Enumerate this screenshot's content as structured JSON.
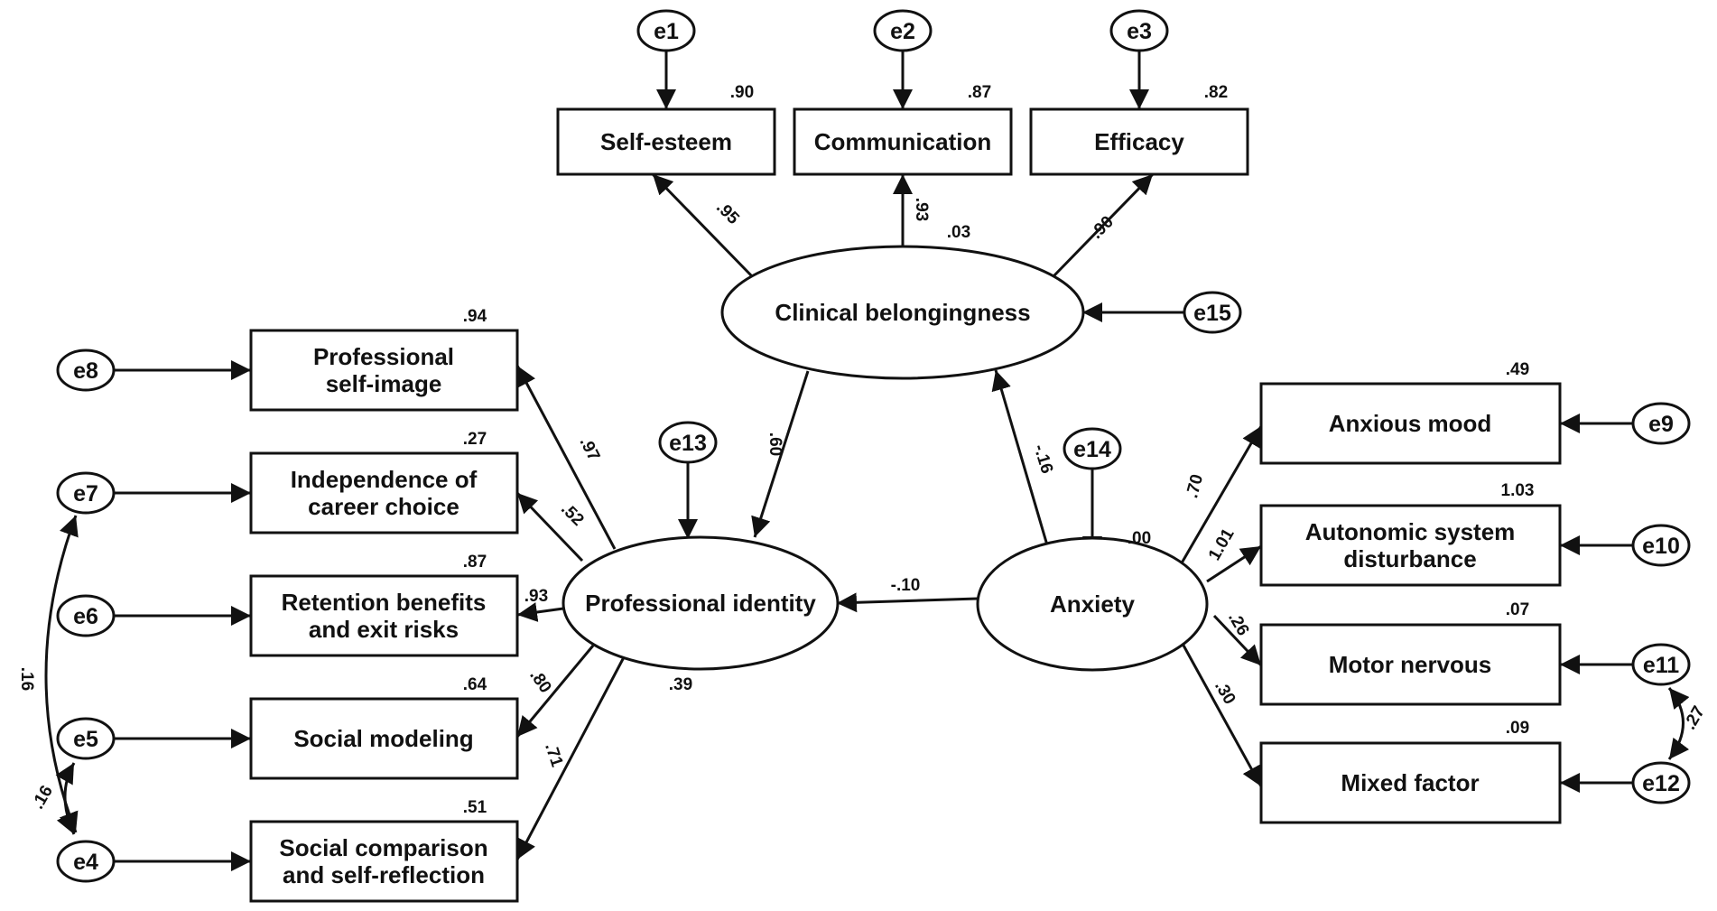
{
  "latents": {
    "clinical": {
      "label": "Clinical belongingness",
      "r2": ".03"
    },
    "identity": {
      "label": "Professional identity",
      "r2": ".39"
    },
    "anxiety": {
      "label": "Anxiety",
      "r2": ".00"
    }
  },
  "indicators": {
    "self_esteem": {
      "label": "Self-esteem",
      "r2": ".90"
    },
    "communication": {
      "label": "Communication",
      "r2": ".87"
    },
    "efficacy": {
      "label": "Efficacy",
      "r2": ".82"
    },
    "prof_self_image": {
      "line1": "Professional",
      "line2": "self-image",
      "r2": ".94"
    },
    "independence": {
      "line1": "Independence of",
      "line2": "career choice",
      "r2": ".27"
    },
    "retention": {
      "line1": "Retention benefits",
      "line2": "and exit risks",
      "r2": ".87"
    },
    "social_modeling": {
      "label": "Social modeling",
      "r2": ".64"
    },
    "social_comparison": {
      "line1": "Social comparison",
      "line2": "and self-reflection",
      "r2": ".51"
    },
    "anxious_mood": {
      "label": "Anxious mood",
      "r2": ".49"
    },
    "autonomic": {
      "line1": "Autonomic system",
      "line2": "disturbance",
      "r2": "1.03"
    },
    "motor": {
      "label": "Motor nervous",
      "r2": ".07"
    },
    "mixed": {
      "label": "Mixed factor",
      "r2": ".09"
    }
  },
  "errors": [
    "e1",
    "e2",
    "e3",
    "e4",
    "e5",
    "e6",
    "e7",
    "e8",
    "e9",
    "e10",
    "e11",
    "e12",
    "e13",
    "e14",
    "e15"
  ],
  "paths": {
    "clinical_self_esteem": ".95",
    "clinical_communication": ".93",
    "clinical_efficacy": ".90",
    "clinical_identity": ".60",
    "anxiety_clinical": "-.16",
    "anxiety_identity": "-.10",
    "identity_prof_self_image": ".97",
    "identity_independence": ".52",
    "identity_retention": ".93",
    "identity_social_modeling": ".80",
    "identity_social_comparison": ".71",
    "anxiety_anxious_mood": ".70",
    "anxiety_autonomic": "1.01",
    "anxiety_motor": ".26",
    "anxiety_mixed": ".30"
  },
  "covariances": {
    "e4_e7": ".16",
    "e4_e5": ".16",
    "e11_e12": ".27"
  }
}
